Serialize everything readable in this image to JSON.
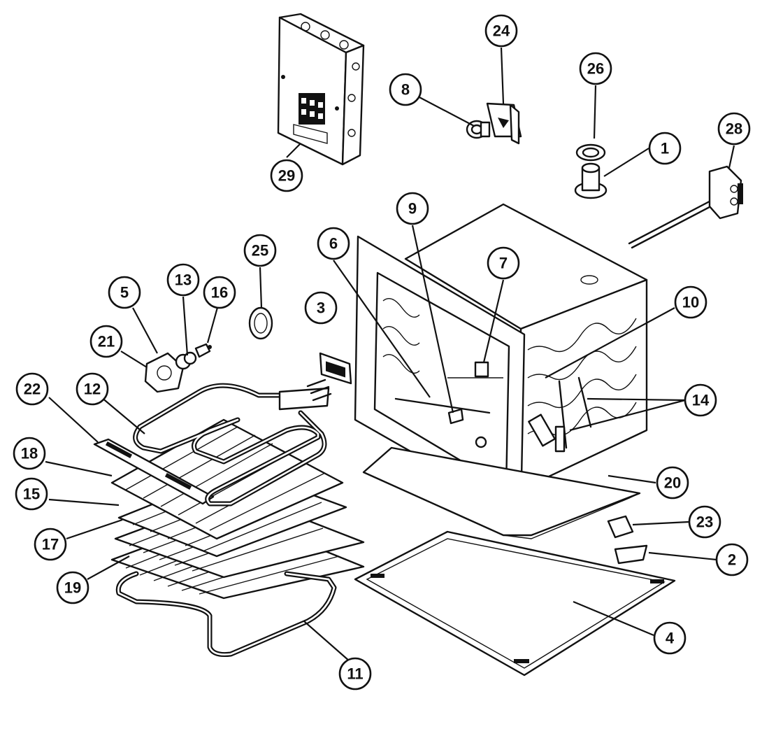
{
  "callouts": [
    {
      "id": "1",
      "label": "1"
    },
    {
      "id": "2",
      "label": "2"
    },
    {
      "id": "3",
      "label": "3"
    },
    {
      "id": "4",
      "label": "4"
    },
    {
      "id": "5",
      "label": "5"
    },
    {
      "id": "6",
      "label": "6"
    },
    {
      "id": "7",
      "label": "7"
    },
    {
      "id": "8",
      "label": "8"
    },
    {
      "id": "9",
      "label": "9"
    },
    {
      "id": "10",
      "label": "10"
    },
    {
      "id": "11",
      "label": "11"
    },
    {
      "id": "12",
      "label": "12"
    },
    {
      "id": "13",
      "label": "13"
    },
    {
      "id": "14",
      "label": "14"
    },
    {
      "id": "15",
      "label": "15"
    },
    {
      "id": "16",
      "label": "16"
    },
    {
      "id": "17",
      "label": "17"
    },
    {
      "id": "18",
      "label": "18"
    },
    {
      "id": "19",
      "label": "19"
    },
    {
      "id": "20",
      "label": "20"
    },
    {
      "id": "21",
      "label": "21"
    },
    {
      "id": "22",
      "label": "22"
    },
    {
      "id": "23",
      "label": "23"
    },
    {
      "id": "24",
      "label": "24"
    },
    {
      "id": "25",
      "label": "25"
    },
    {
      "id": "26",
      "label": "26"
    },
    {
      "id": "28",
      "label": "28"
    },
    {
      "id": "29",
      "label": "29"
    }
  ]
}
